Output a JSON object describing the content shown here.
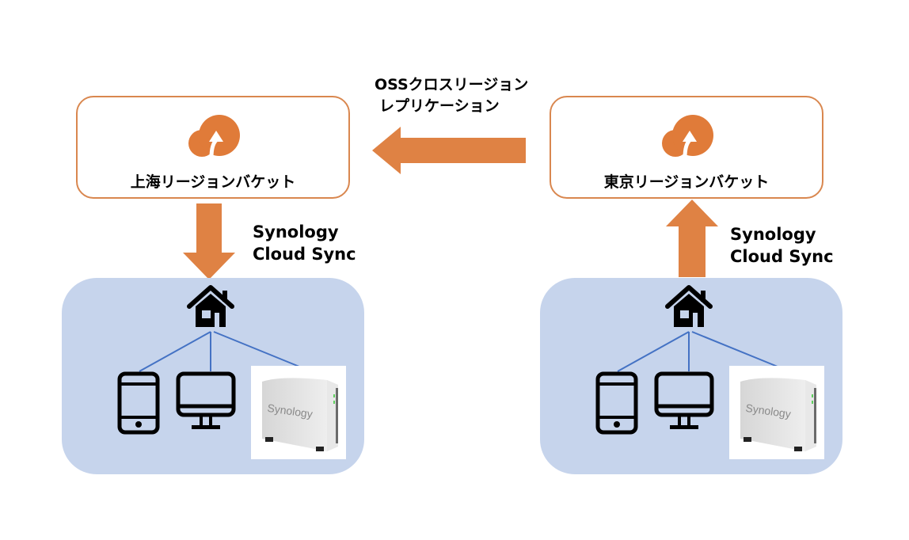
{
  "colors": {
    "accent_orange": "#e07b39",
    "arrow_orange": "#df8244",
    "bucket_border": "#d9874f",
    "site_background": "#c6d4ec",
    "link_line": "#4472c4"
  },
  "replication": {
    "label_line1": "OSSクロスリージョン",
    "label_line2": "レプリケーション",
    "direction": "left"
  },
  "buckets": [
    {
      "id": "shanghai",
      "label": "上海リージョンバケット",
      "icon": "cloud-upload-icon"
    },
    {
      "id": "tokyo",
      "label": "東京リージョンバケット",
      "icon": "cloud-upload-icon"
    }
  ],
  "sync": [
    {
      "line1": "Synology",
      "line2": "Cloud Sync",
      "direction": "down"
    },
    {
      "line1": "Synology",
      "line2": "Cloud Sync",
      "direction": "up"
    }
  ],
  "sites": [
    {
      "hub_icon": "house-icon",
      "devices": [
        "tablet-icon",
        "monitor-icon",
        "synology-nas"
      ],
      "nas_brand": "Synology"
    },
    {
      "hub_icon": "house-icon",
      "devices": [
        "tablet-icon",
        "monitor-icon",
        "synology-nas"
      ],
      "nas_brand": "Synology"
    }
  ]
}
